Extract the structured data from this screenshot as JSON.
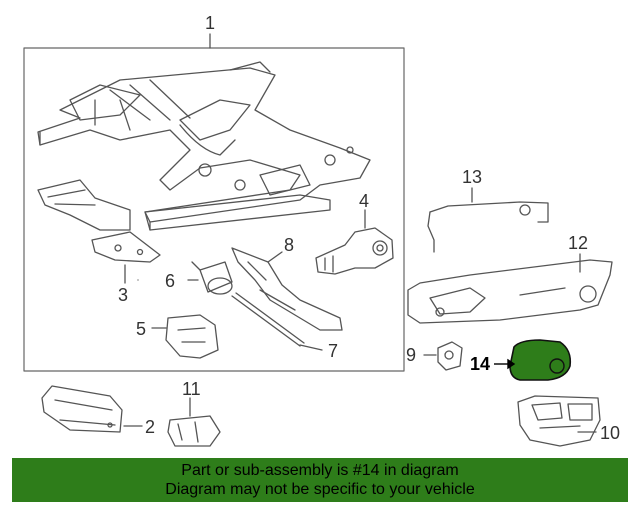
{
  "callouts": {
    "c1": "1",
    "c2": "2",
    "c3": "3",
    "c4": "4",
    "c5": "5",
    "c6": "6",
    "c7": "7",
    "c8": "8",
    "c9": "9",
    "c10": "10",
    "c11": "11",
    "c12": "12",
    "c13": "13",
    "c14": "14"
  },
  "banner": {
    "line1": "Part or sub-assembly is #14 in diagram",
    "line2": "Diagram may not be specific to your vehicle"
  },
  "colors": {
    "highlight_part": "#2e7d1a",
    "banner_bg": "#2e7d1a",
    "line": "#555555"
  }
}
